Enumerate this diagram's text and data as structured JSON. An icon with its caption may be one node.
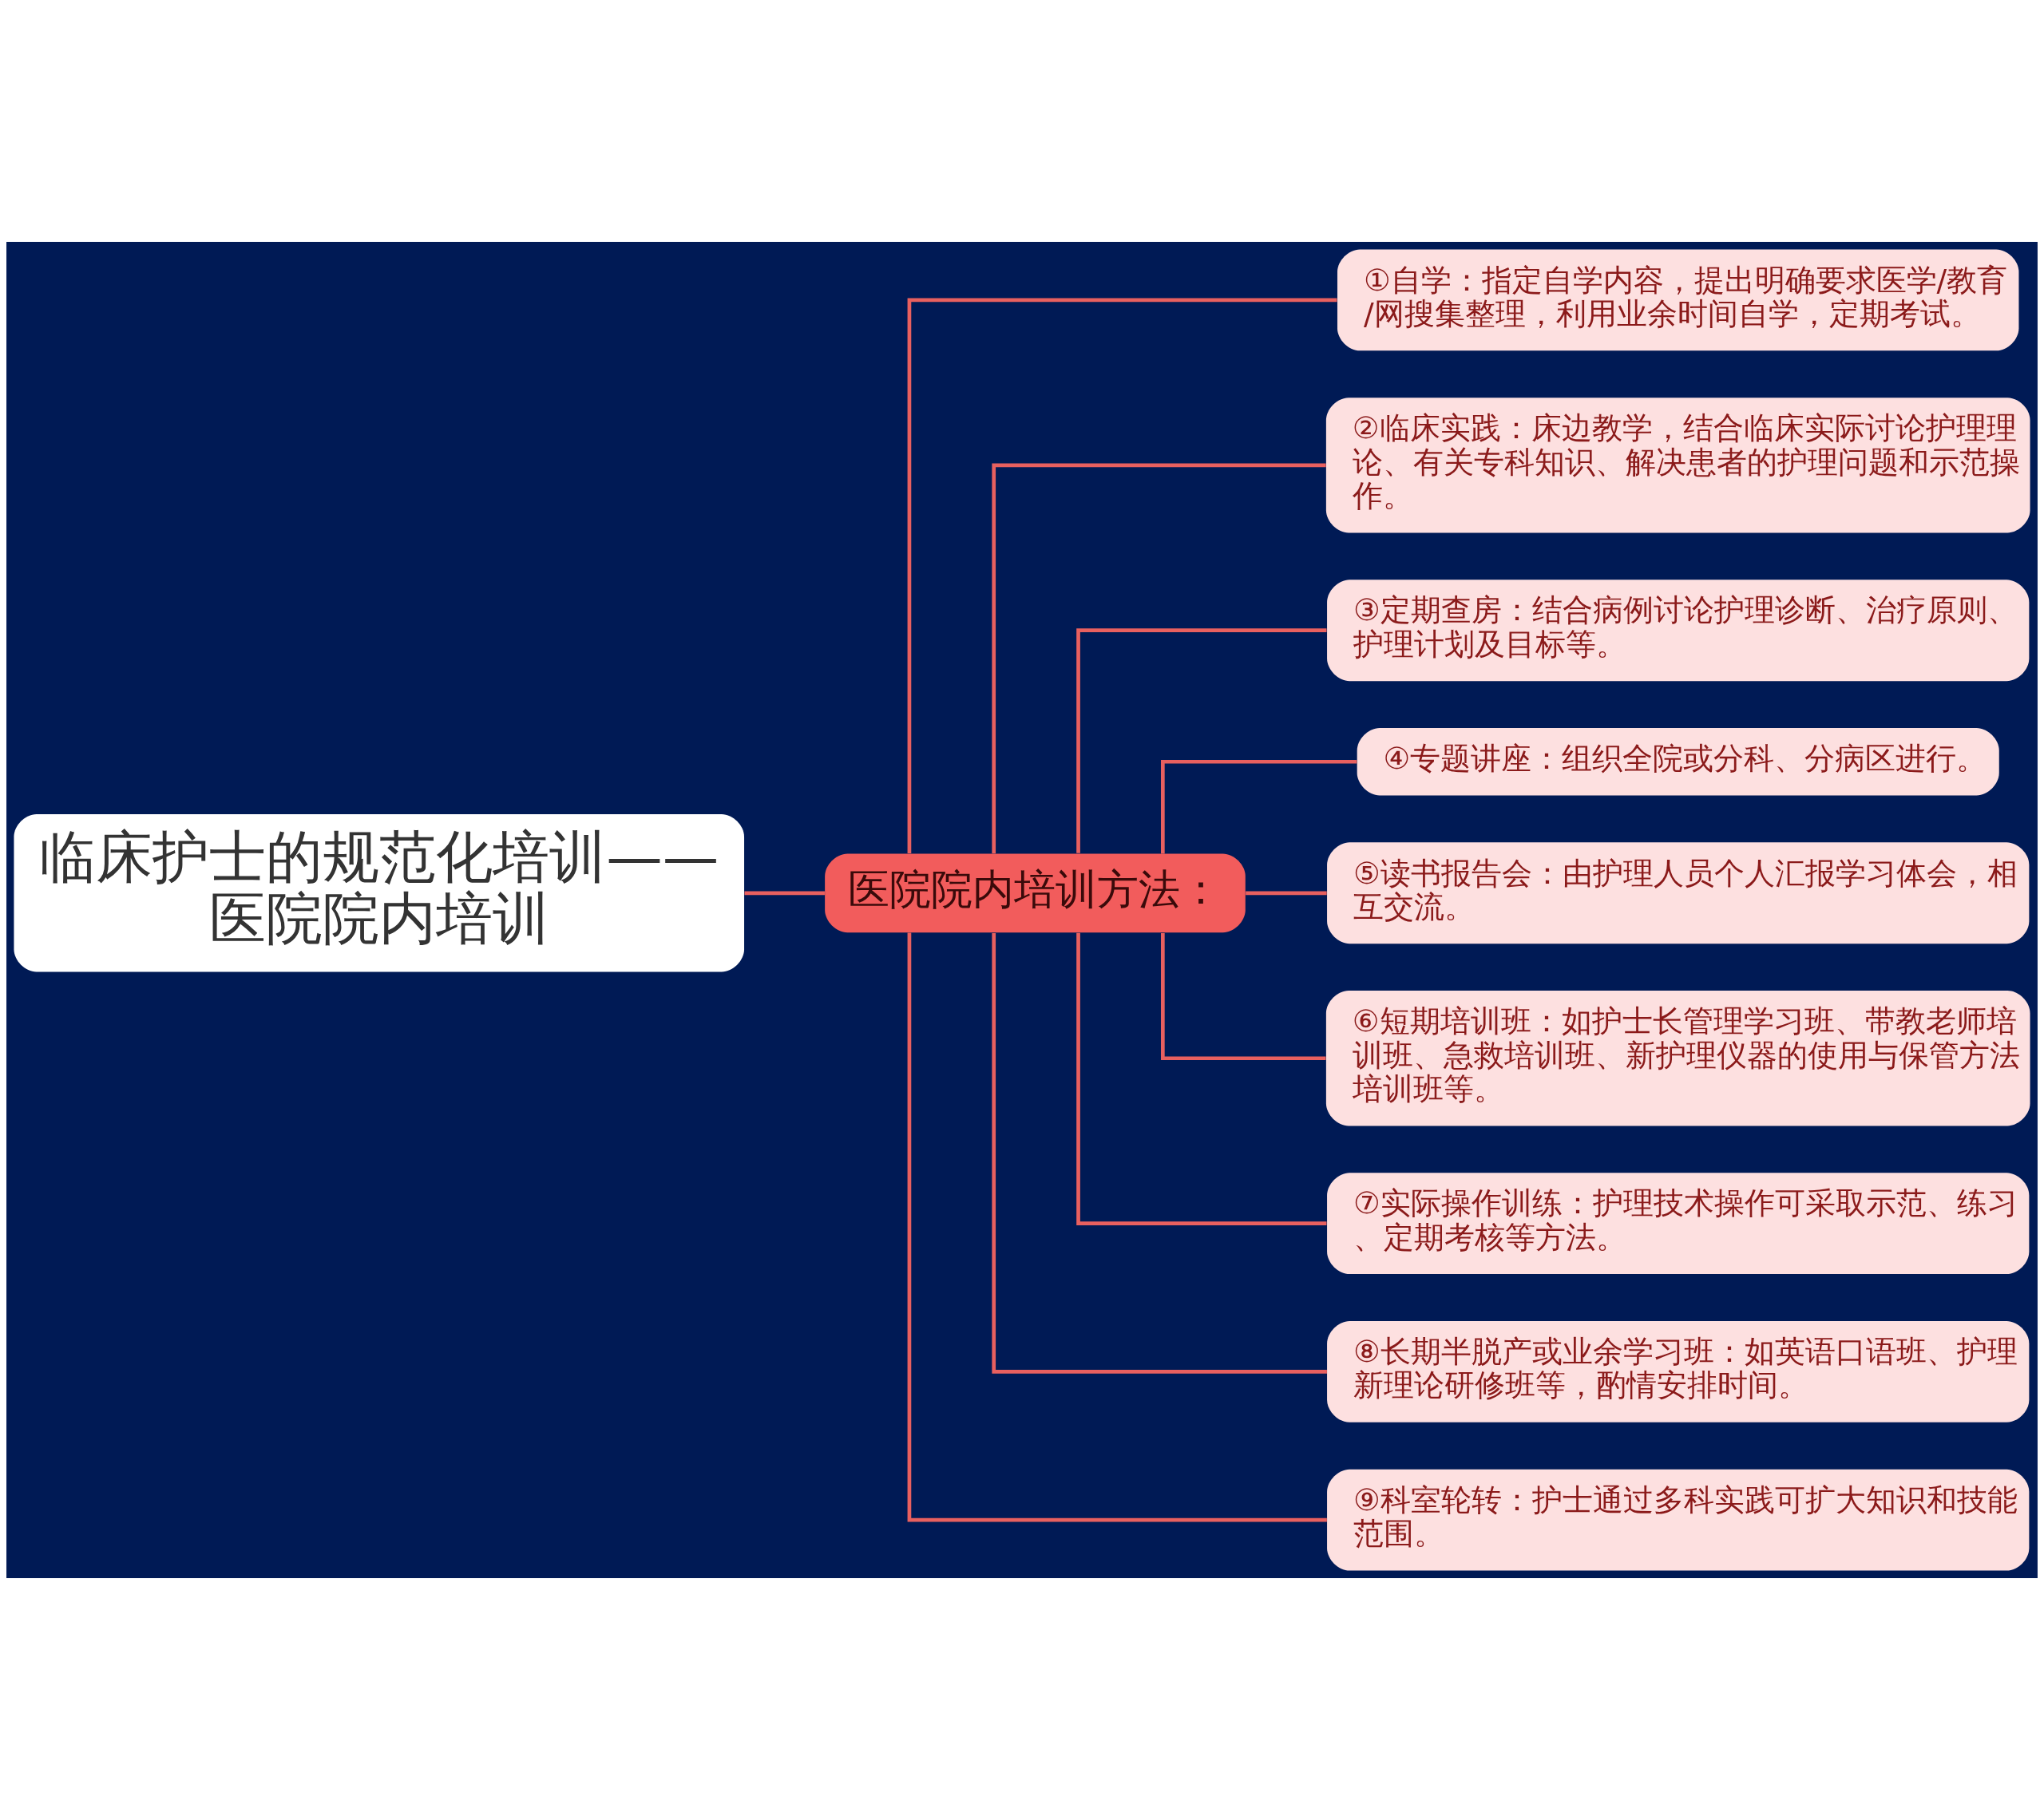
{
  "diagram": {
    "nodes": [
      {
        "text": [
          "临床护士的规范化培训——医院院内培训"
        ]
      },
      {
        "text": [
          "医院院内培训方法："
        ]
      },
      {
        "text": [
          "①自学：指定自学内容，提出明确要求医学/教育/网搜集整理，利用业余时间自学，定期考试。"
        ]
      },
      {
        "text": [
          "②临床实践：床边教学，结合临床实际讨论护理理论、有关专科知识、解决患者的护理问题和示范操作。"
        ]
      },
      {
        "text": [
          "③定期查房：结合病例讨论护理诊断、治疗原则、护理计划及目标等。"
        ]
      },
      {
        "text": [
          "④专题讲座：组织全院或分科、分病区进行。"
        ]
      },
      {
        "text": [
          "⑤读书报告会：由护理人员个人汇报学习体会，相互交流。"
        ]
      },
      {
        "text": [
          "⑥短期培训班：如护士长管理学习班、带教老师培训班、急救培训班、新护理仪器的使用与保管方法培训班等。"
        ]
      },
      {
        "text": [
          "⑦实际操作训练：护理技术操作可采取示范、练习、定期考核等方法。"
        ]
      },
      {
        "text": [
          "⑧长期半脱产或业余学习班：如英语口语班、护理新理论研修班等，酌情安排时间。"
        ]
      },
      {
        "text": [
          "⑨科室轮转：护士通过多科实践可扩大知识和技能范围。"
        ]
      }
    ],
    "edges": [
      {
        "from": 0,
        "to": 1,
        "arrow": "none"
      },
      {
        "from": 1,
        "to": 2,
        "arrow": "none"
      },
      {
        "from": 1,
        "to": 3,
        "arrow": "none"
      },
      {
        "from": 1,
        "to": 4,
        "arrow": "none"
      },
      {
        "from": 1,
        "to": 5,
        "arrow": "none"
      },
      {
        "from": 1,
        "to": 6,
        "arrow": "none"
      },
      {
        "from": 1,
        "to": 7,
        "arrow": "none"
      },
      {
        "from": 1,
        "to": 8,
        "arrow": "none"
      },
      {
        "from": 1,
        "to": 9,
        "arrow": "none"
      },
      {
        "from": 1,
        "to": 10,
        "arrow": "none"
      }
    ]
  }
}
